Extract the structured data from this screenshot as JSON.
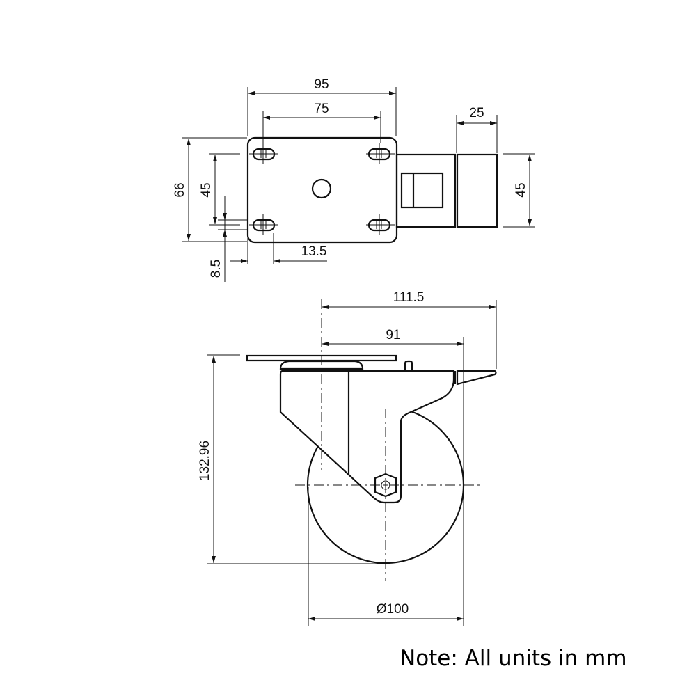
{
  "top_view": {
    "dim_plate_width": "95",
    "dim_hole_spacing_x": "75",
    "dim_pedal_width": "25",
    "dim_plate_depth": "66",
    "dim_hole_spacing_y": "45",
    "dim_brake_depth": "45",
    "dim_slot_width": "8.5",
    "dim_slot_length": "13.5"
  },
  "side_view": {
    "dim_total_reach": "111.5",
    "dim_offset": "91",
    "dim_height": "132.96",
    "dim_wheel_diameter": "Ø100"
  },
  "note": "Note: All units in mm"
}
